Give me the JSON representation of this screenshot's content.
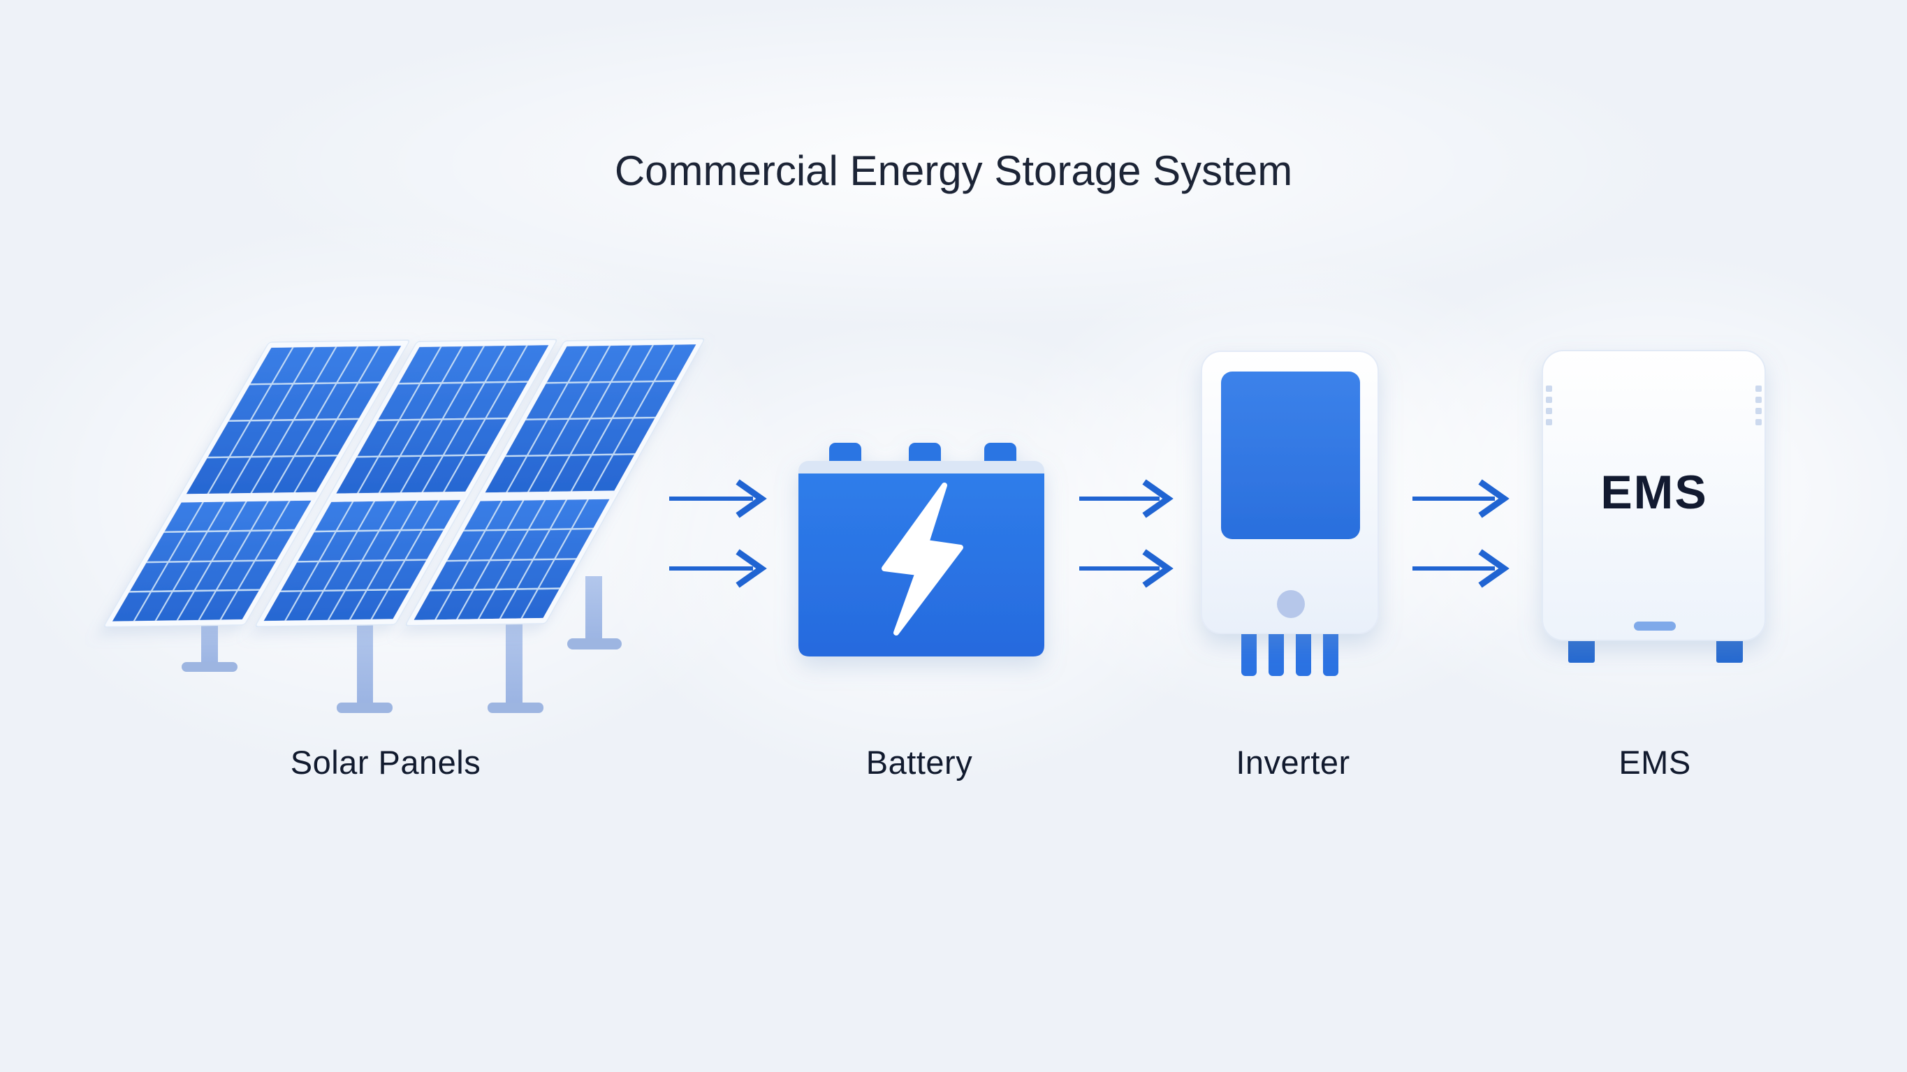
{
  "title": "Commercial Energy Storage System",
  "diagram": {
    "type": "flow",
    "direction": "left-to-right",
    "nodes": [
      {
        "id": "solar-panels",
        "label": "Solar Panels",
        "icon": "solar-array-icon"
      },
      {
        "id": "battery",
        "label": "Battery",
        "icon": "battery-icon"
      },
      {
        "id": "inverter",
        "label": "Inverter",
        "icon": "inverter-icon"
      },
      {
        "id": "ems",
        "label": "EMS",
        "icon": "ems-unit-icon",
        "device_text": "EMS"
      }
    ],
    "connections": [
      {
        "from": "solar-panels",
        "to": "battery",
        "style": "double-parallel-arrows"
      },
      {
        "from": "battery",
        "to": "inverter",
        "style": "double-parallel-arrows"
      },
      {
        "from": "inverter",
        "to": "ems",
        "style": "double-parallel-arrows"
      }
    ]
  },
  "colors": {
    "background": "#eef2f8",
    "panel_blue": "#2e72da",
    "panel_grid": "#c2dbf5",
    "battery_blue": "#2b78e7",
    "arrow_blue": "#2064d2",
    "device_white": "#f9fbfe",
    "leg_blue": "#a6bce6",
    "dark_text": "#1c2436"
  }
}
